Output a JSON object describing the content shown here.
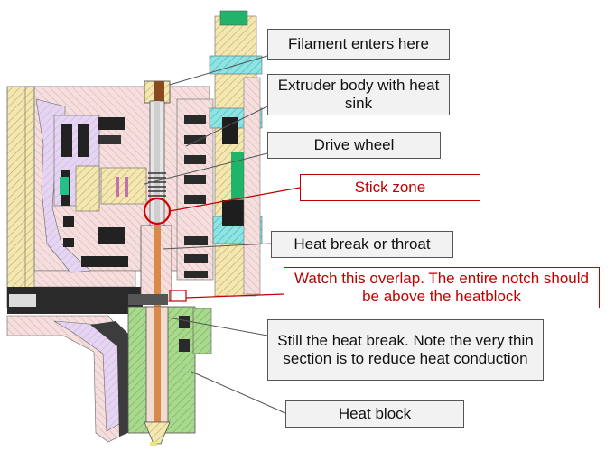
{
  "callouts": {
    "filament": "Filament enters here",
    "extruder": "Extruder body with heat sink",
    "drive": "Drive wheel",
    "stick": "Stick zone",
    "heatbreak": "Heat break or throat",
    "overlap": "Watch this overlap. The entire notch should be above the heatblock",
    "thin": "Still the heat break. Note the very thin section is to reduce heat conduction",
    "block": "Heat block"
  },
  "colors": {
    "callout_fill": "#f2f2f2",
    "callout_border": "#555555",
    "warning": "#c00000",
    "body_pink": "#f2dcdc",
    "hatch_yellow": "#d8c26a",
    "heatsink_cyan": "#5fd0d0",
    "fan_green": "#1fb46a",
    "block_green": "#9ccf82",
    "nozzle_orange": "#d98a4a"
  }
}
